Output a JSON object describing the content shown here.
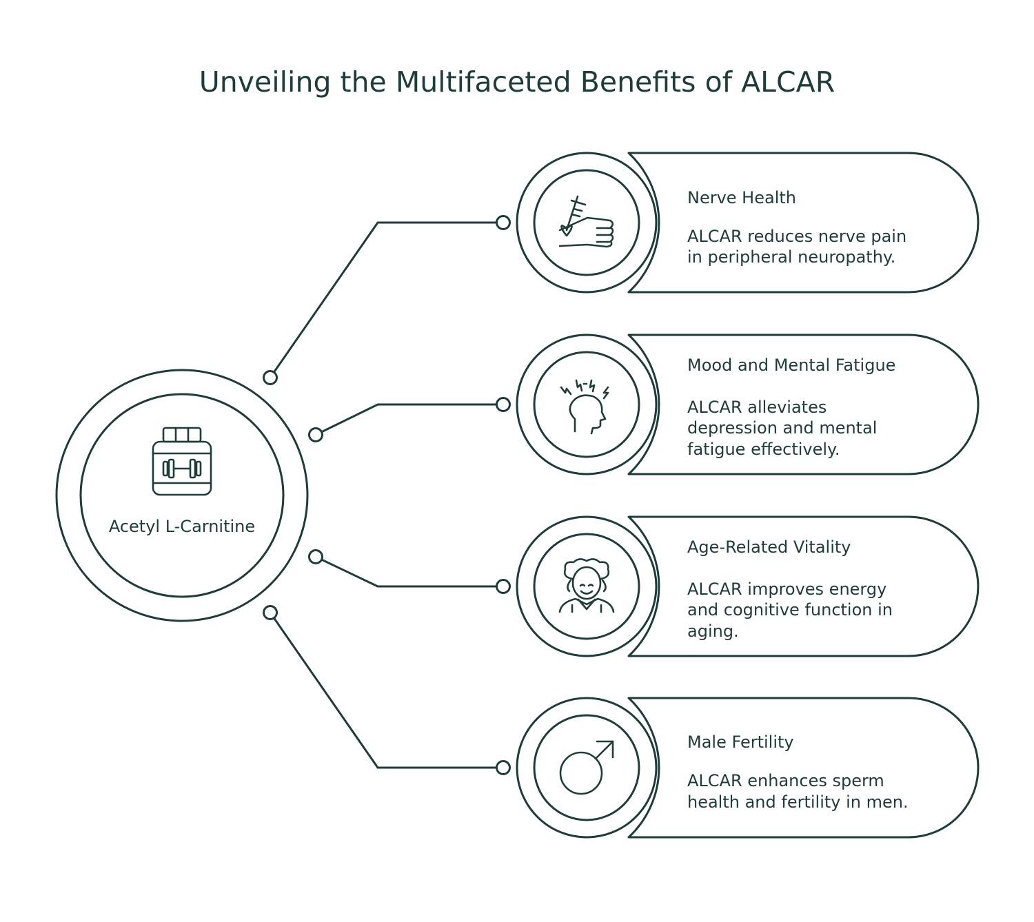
{
  "title": "Unveiling the Multifaceted Benefits of ALCAR",
  "hub": {
    "label": "Acetyl L-Carnitine",
    "icon": "supplement-jar-dumbbell-icon"
  },
  "benefits": [
    {
      "title": "Nerve Health",
      "lines": [
        "ALCAR reduces nerve pain",
        "in peripheral neuropathy."
      ],
      "icon": "reflex-hammer-fist-icon"
    },
    {
      "title": "Mood and Mental Fatigue",
      "lines": [
        "ALCAR alleviates",
        "depression and mental",
        "fatigue effectively."
      ],
      "icon": "head-stress-icon"
    },
    {
      "title": "Age-Related Vitality",
      "lines": [
        "ALCAR improves energy",
        "and cognitive function in",
        "aging."
      ],
      "icon": "elderly-person-icon"
    },
    {
      "title": "Male Fertility",
      "lines": [
        "ALCAR enhances sperm",
        "health and fertility in men."
      ],
      "icon": "male-symbol-icon"
    }
  ],
  "colors": {
    "ink": "#1f3b3a",
    "background": "#ffffff"
  }
}
